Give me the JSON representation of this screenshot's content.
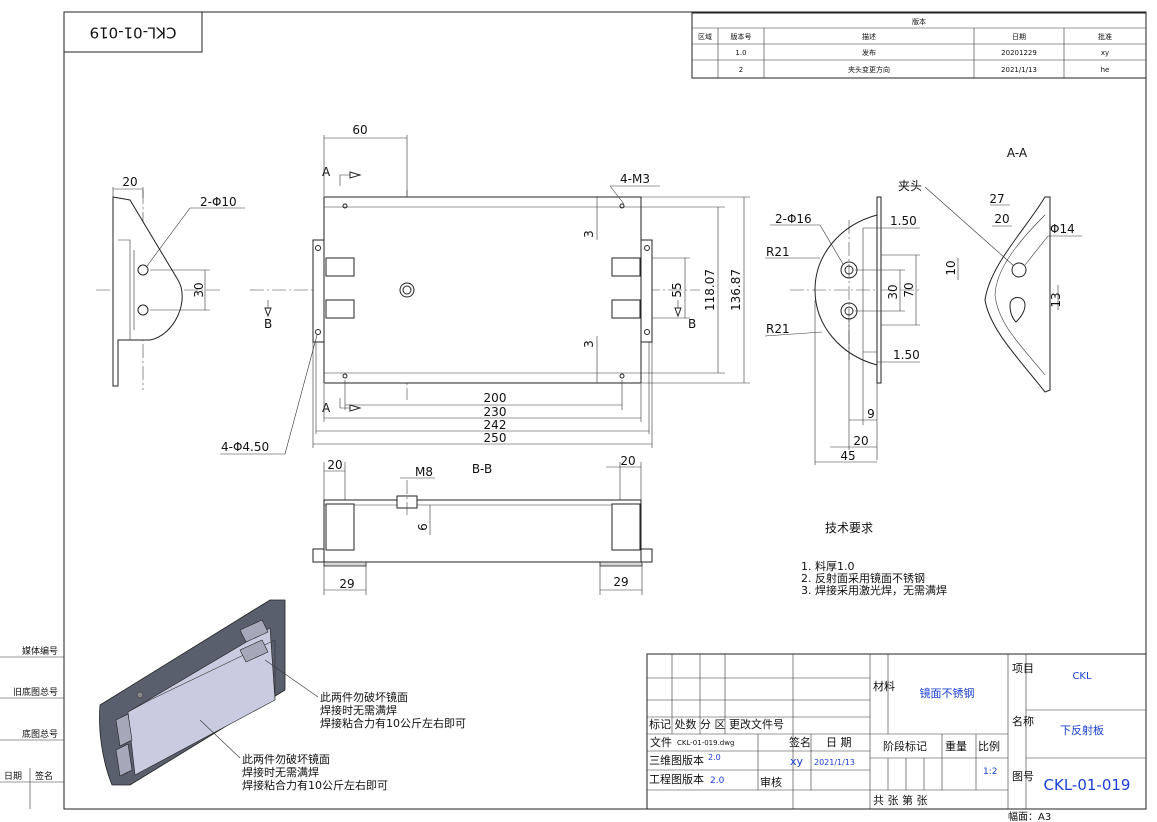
{
  "colors": {
    "line": "#222222",
    "blue_text": "#1a3fd6",
    "part_gray": "#d6d6d6",
    "render_dark": "#5a5f6e",
    "render_light": "#c9cbe0"
  },
  "drawing_number_mirrored": "CKL-01-019",
  "revision_table": {
    "title": "版本",
    "headers": [
      "区域",
      "版本号",
      "描述",
      "日期",
      "批准"
    ],
    "rows": [
      [
        "",
        "1.0",
        "发布",
        "20201229",
        "xy"
      ],
      [
        "",
        "2",
        "夹头变更方向",
        "2021/1/13",
        "he"
      ]
    ]
  },
  "left_strip": {
    "labels": [
      "媒体编号",
      "旧底图总号",
      "底图总号",
      "日期",
      "签名"
    ]
  },
  "views": {
    "section_bb": "B-B",
    "section_aa": "A-A",
    "arrow_a": "A",
    "arrow_b": "B",
    "clamp_label": "夹头"
  },
  "dimensions": {
    "left_view": [
      "20",
      "2-Φ10",
      "30"
    ],
    "front": [
      "60",
      "4-M3",
      "3",
      "3",
      "55",
      "118.07",
      "136.87",
      "200",
      "230",
      "242",
      "250",
      "4-Φ4.50"
    ],
    "side": [
      "2-Φ16",
      "1.50",
      "1.50",
      "R21",
      "R21",
      "30",
      "70",
      "9",
      "20",
      "45"
    ],
    "section_aa": [
      "27",
      "20",
      "Φ14",
      "10",
      "13"
    ],
    "bottom": [
      "20",
      "M8",
      "20",
      "6",
      "29",
      "29"
    ]
  },
  "technical_requirements": {
    "title": "技术要求",
    "items": [
      "1.  料厚1.0",
      "2.  反射面采用镜面不锈钢",
      "3.  焊接采用激光焊，无需满焊"
    ]
  },
  "annotations": {
    "note1": [
      "此两件勿破坏镜面",
      "焊接时无需满焊",
      "焊接粘合力有10公斤左右即可"
    ],
    "note2": [
      "此两件勿破坏镜面",
      "焊接时无需满焊",
      "焊接粘合力有10公斤左右即可"
    ]
  },
  "title_block": {
    "row_labels": "标记 处数 分 区 更改文件号",
    "file_label": "文件",
    "file_value": "CKL-01-019.dwg",
    "sign_label": "签名",
    "date_label": "日 期",
    "model_version_label": "三维图版本",
    "model_version": "2.0",
    "drawn_by": "xy",
    "drawn_date": "2021/1/13",
    "eng_version_label": "工程图版本",
    "eng_version": "2.0",
    "review_label": "审核",
    "stage_label": "阶段标记",
    "weight_label": "重量",
    "scale_label": "比例",
    "scale_value": "1:2",
    "material_label": "材料",
    "material_value": "镜面不锈钢",
    "project_label": "项目",
    "project_value": "CKL",
    "name_label": "名称",
    "name_value": "下反射板",
    "drawing_no_label": "图号",
    "drawing_no": "CKL-01-019",
    "sheets_label": "共    张  第    张",
    "format": "幅面：A3"
  }
}
